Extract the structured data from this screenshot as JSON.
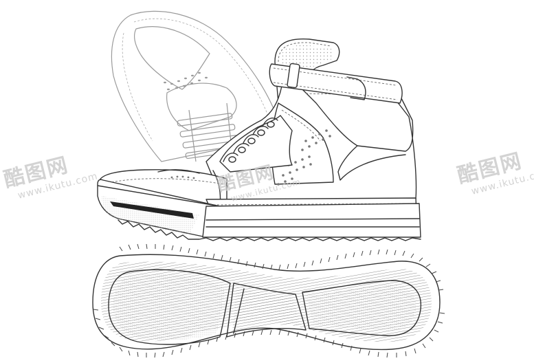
{
  "image": {
    "subject": "sneaker technical line drawing",
    "background_color": "#ffffff",
    "line_color": "#333333",
    "texture_color": "#bdbdbd"
  },
  "watermarks": [
    {
      "brand": "酷图网",
      "url": "www.ikutu.com"
    },
    {
      "brand": "酷图网",
      "url": "www.ikutu.com"
    },
    {
      "brand": "酷图网",
      "url": "www.ikutu.com"
    }
  ]
}
